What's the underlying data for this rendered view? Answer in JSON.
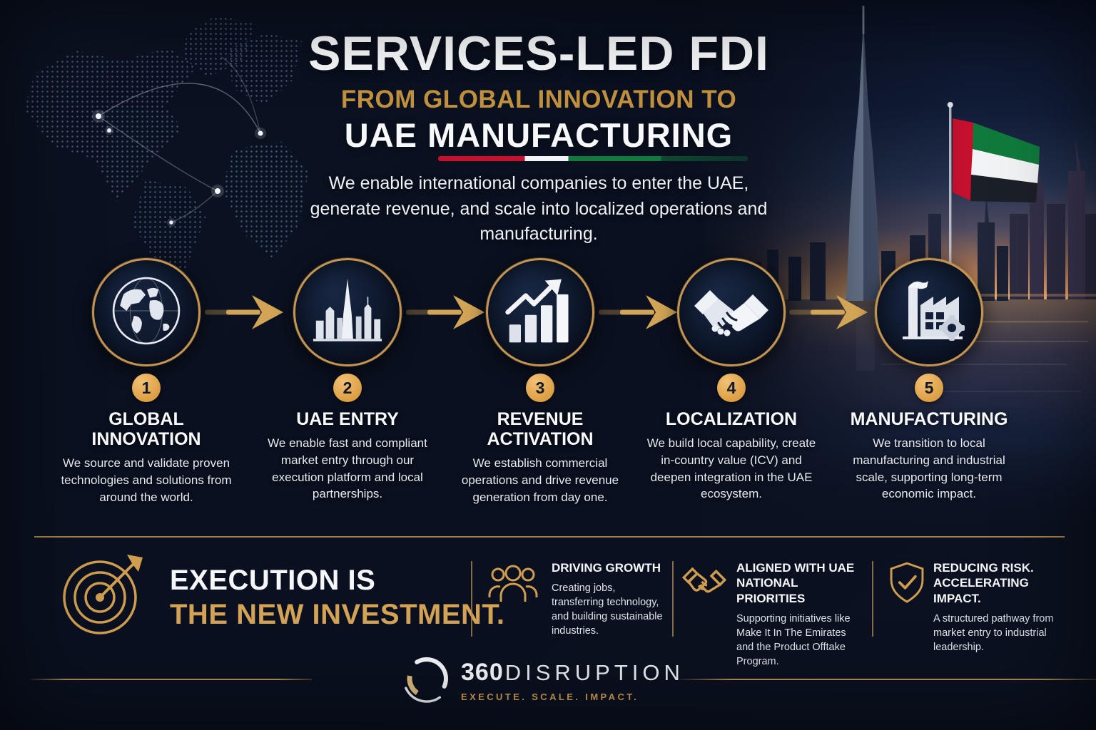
{
  "title": {
    "main": "SERVICES-LED FDI",
    "sub_gold": "FROM GLOBAL INNOVATION TO",
    "sub_white": "UAE MANUFACTURING"
  },
  "intro": "We enable international companies to enter the UAE, generate revenue, and scale into localized operations and manufacturing.",
  "steps": [
    {
      "number": "1",
      "icon": "globe-icon",
      "title": "GLOBAL INNOVATION",
      "description": "We source and validate proven technologies and solutions from around the world."
    },
    {
      "number": "2",
      "icon": "dubai-skyline-icon",
      "title": "UAE ENTRY",
      "description": "We enable fast and compliant market entry through our execution platform and local partnerships."
    },
    {
      "number": "3",
      "icon": "growth-chart-icon",
      "title": "REVENUE ACTIVATION",
      "description": "We establish commercial operations and drive revenue generation from day one."
    },
    {
      "number": "4",
      "icon": "handshake-icon",
      "title": "LOCALIZATION",
      "description": "We build local capability, create in-country value (ICV) and deepen integration in the UAE ecosystem."
    },
    {
      "number": "5",
      "icon": "factory-icon",
      "title": "MANUFACTURING",
      "description": "We transition to local manufacturing and industrial scale, supporting long-term economic impact."
    }
  ],
  "statement": {
    "line1": "EXECUTION IS",
    "line2": "THE NEW INVESTMENT."
  },
  "pillars": [
    {
      "icon": "people-icon",
      "title": "DRIVING GROWTH",
      "description": "Creating jobs, transferring technology, and building sustainable industries."
    },
    {
      "icon": "handshake-icon",
      "title": "ALIGNED WITH UAE NATIONAL PRIORITIES",
      "description": "Supporting initiatives like Make It In The Emirates and the Product Offtake Program."
    },
    {
      "icon": "shield-check-icon",
      "title": "REDUCING RISK. ACCELERATING IMPACT.",
      "description": "A structured pathway from market entry to industrial leadership."
    }
  ],
  "footer": {
    "brand_bold": "360",
    "brand_light": "DISRUPTION",
    "tagline": "EXECUTE. SCALE. IMPACT."
  },
  "colors": {
    "gold": "#C9964A",
    "gold_bright": "#E2AA52",
    "navy": "#0B1120",
    "flag_red": "#C8102E",
    "flag_green": "#107A3C",
    "flag_white": "#F2F3F4",
    "flag_black": "#1B1F27"
  }
}
